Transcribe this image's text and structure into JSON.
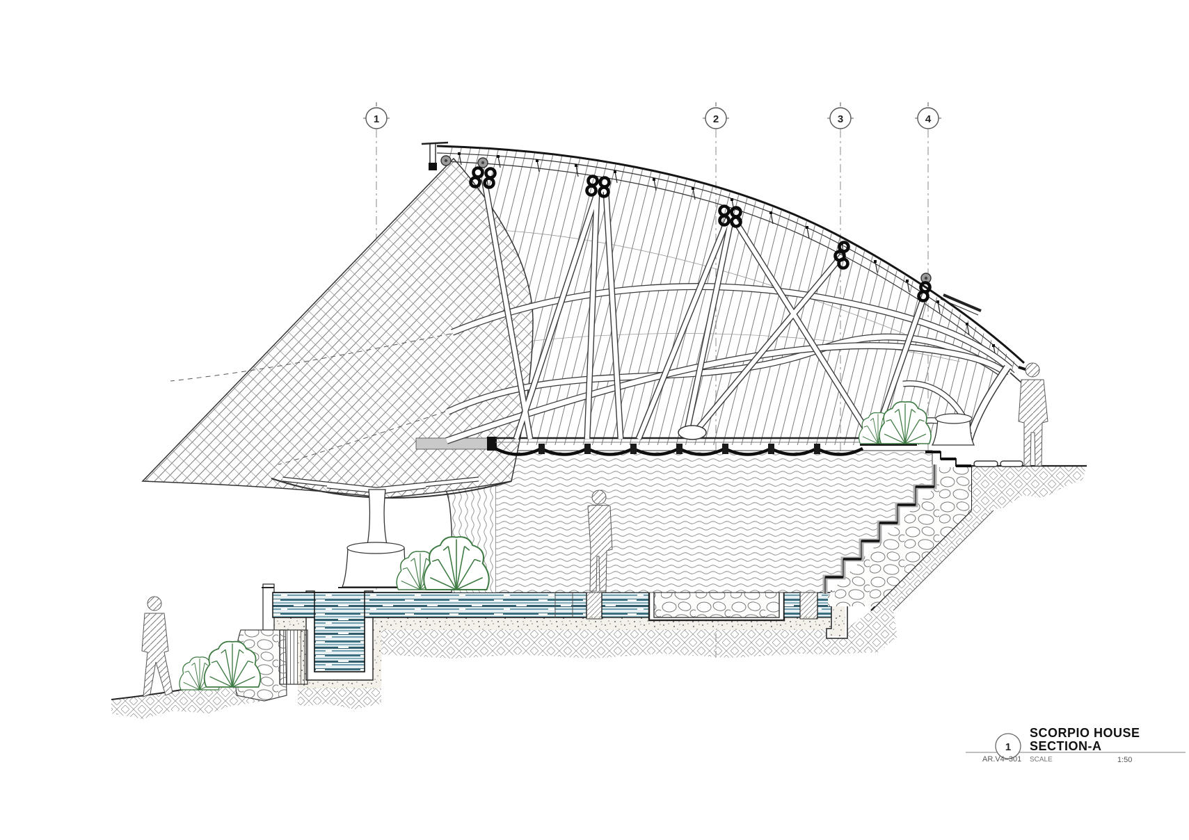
{
  "page": {
    "background": "#ffffff",
    "drawing_type": "architectural section drawing"
  },
  "grid_markers": [
    {
      "label": "1"
    },
    {
      "label": "2"
    },
    {
      "label": "3"
    },
    {
      "label": "4"
    }
  ],
  "title_block": {
    "detail_number": "1",
    "drawing_number": "AR.V4–301",
    "project_title": "SCORPIO HOUSE",
    "sheet_title": "SECTION-A",
    "scale_label": "SCALE",
    "scale_value": "1:50"
  },
  "colors": {
    "water_dark": "#3b6f7f",
    "water_mid": "#6f9fae",
    "water_light": "#a9c9d2",
    "plant_green": "#3e7b43",
    "linework": "#2e2e2e",
    "deck_gray": "#c9c9c9",
    "washer_gray": "#9a9a9a"
  },
  "annotations": {
    "left_canopy": "shingled sail canopy",
    "roof": "curved timber roof truss with bolted nodes",
    "wall": "earth wall shown with wavy hatch",
    "pool": "reflecting pool with lower basin",
    "stairs": "stone stair to upper terrace",
    "figures": [
      "walking person (left)",
      "person inside (center)",
      "standing person (right)"
    ],
    "plants": "fern shrubs"
  }
}
